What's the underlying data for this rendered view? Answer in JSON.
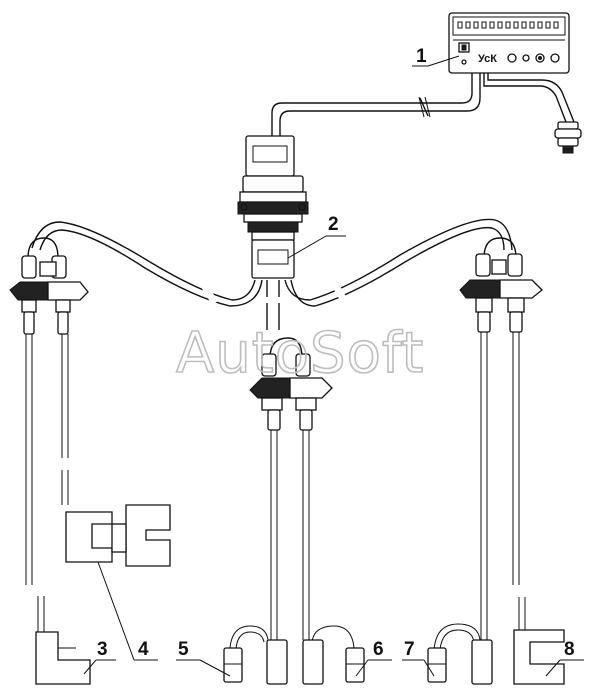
{
  "watermark": "AutoSoft",
  "control_unit": {
    "logo_text": "УсК"
  },
  "callouts": [
    {
      "id": "1",
      "label": "1"
    },
    {
      "id": "2",
      "label": "2"
    },
    {
      "id": "3",
      "label": "3"
    },
    {
      "id": "4",
      "label": "4"
    },
    {
      "id": "5",
      "label": "5"
    },
    {
      "id": "6",
      "label": "6"
    },
    {
      "id": "7",
      "label": "7"
    },
    {
      "id": "8",
      "label": "8"
    }
  ]
}
